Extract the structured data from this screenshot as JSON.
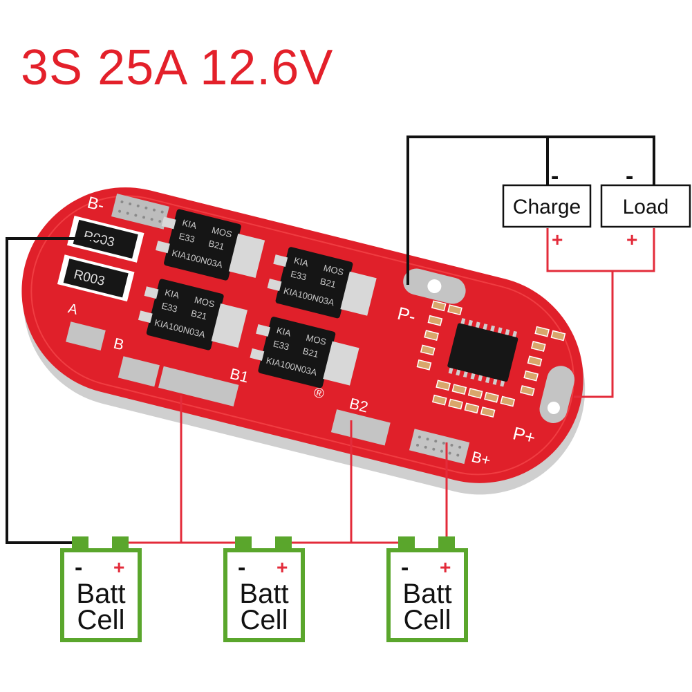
{
  "title": "3S 25A 12.6V",
  "colors": {
    "title": "#e3202a",
    "board": "#e0202a",
    "wire_red": "#e32b3a",
    "wire_black": "#111111",
    "cell_outline": "#5aa62c"
  },
  "labels": {
    "charge": "Charge",
    "load": "Load",
    "minus": "-",
    "plus": "+"
  },
  "board": {
    "pads": {
      "b_top": "B-",
      "a": "A",
      "b": "B",
      "b1": "B1",
      "b2": "B2",
      "p_minus": "P-",
      "p_plus": "P+",
      "b_plus": "B+",
      "registered": "®"
    },
    "resistors": [
      "R003",
      "R003"
    ],
    "mosfets": [
      {
        "maker": "KIA",
        "type": "MOS",
        "lot": "E33",
        "code": "B21",
        "part": "KIA100N03A"
      },
      {
        "maker": "KIA",
        "type": "MOS",
        "lot": "E33",
        "code": "B21",
        "part": "KIA100N03A"
      },
      {
        "maker": "KIA",
        "type": "MOS",
        "lot": "E33",
        "code": "B21",
        "part": "KIA100N03A"
      },
      {
        "maker": "KIA",
        "type": "MOS",
        "lot": "E33",
        "code": "B21",
        "part": "KIA100N03A"
      }
    ]
  },
  "cells": [
    {
      "line1": "Batt",
      "line2": "Cell",
      "neg": "-",
      "pos": "+"
    },
    {
      "line1": "Batt",
      "line2": "Cell",
      "neg": "-",
      "pos": "+"
    },
    {
      "line1": "Batt",
      "line2": "Cell",
      "neg": "-",
      "pos": "+"
    }
  ]
}
